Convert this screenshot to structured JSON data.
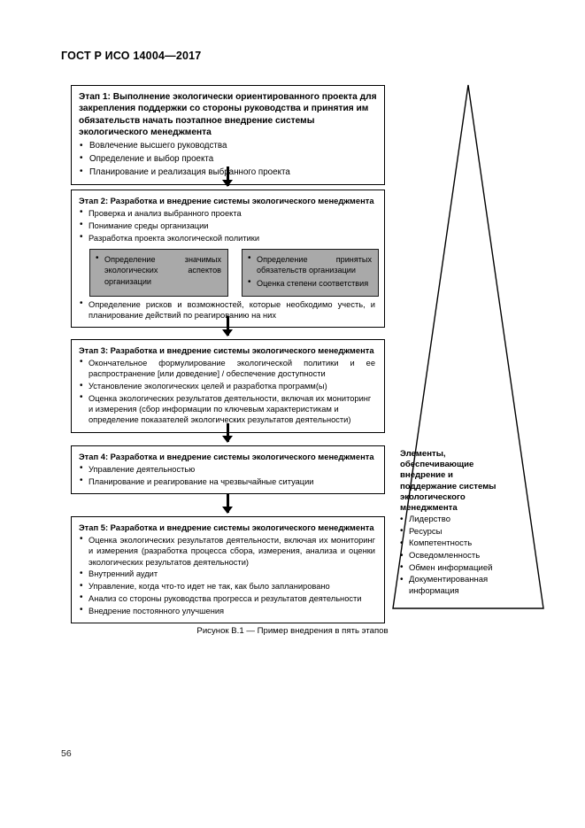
{
  "document": {
    "header": "ГОСТ Р ИСО 14004—2017",
    "page_number": "56",
    "figure_caption": "Рисунок B.1 — Пример внедрения в пять этапов"
  },
  "flow": {
    "boxes": [
      {
        "id": "stage-1",
        "title": "Этап 1: Выполнение экологически ориентированного проекта для закрепления поддержки со стороны руководства и принятия им обязательств начать поэтапное внедрение системы экологического менеджмента",
        "bullets": [
          "Вовлечение высшего руководства",
          "Определение и выбор проекта",
          "Планирование и реализация выбранного проекта"
        ]
      },
      {
        "id": "stage-2",
        "title": "Этап 2: Разработка и внедрение системы экологического менеджмента",
        "bullets": [
          "Проверка и анализ выбранного проекта",
          "Понимание среды организации",
          "Разработка проекта экологической политики"
        ],
        "sub_boxes": {
          "left": {
            "bullets": [
              "Определение значимых экологических аспектов организации"
            ]
          },
          "right": {
            "bullets": [
              "Определение принятых обязательств организации",
              "Оценка степени соответствия"
            ]
          }
        },
        "bullets_after": [
          "Определение рисков и возможностей, которые необходимо учесть, и планирование действий по реагированию на них"
        ]
      },
      {
        "id": "stage-3",
        "title": "Этап 3: Разработка и внедрение системы экологического менеджмента",
        "bullets": [
          "Окончательное формулирование экологической политики и ее распространение [или доведение] / обеспечение доступности",
          "Установление экологических целей и разработка программ(ы)",
          "Оценка экологических результатов деятельности, включая их мониторинг и измерения (сбор информации по ключевым характеристикам и определение показателей экологических результатов деятельности)"
        ]
      },
      {
        "id": "stage-4",
        "title": "Этап 4: Разработка и внедрение системы экологического менеджмента",
        "bullets": [
          "Управление деятельностью",
          "Планирование и реагирование на чрезвычайные ситуации"
        ]
      },
      {
        "id": "stage-5",
        "title": "Этап 5: Разработка и внедрение системы экологического менеджмента",
        "bullets": [
          "Оценка экологических результатов деятельности, включая их мониторинг и измерения (разработка процесса сбора, измерения, анализа и оценки экологических результатов деятельности)",
          "Внутренний аудит",
          "Управление, когда что-то идет не так, как было запланировано",
          "Анализ со стороны руководства прогресса и результатов деятельности",
          "Внедрение постоянного улучшения"
        ]
      }
    ]
  },
  "triangle": {
    "title": "Элементы, обеспечивающие внедрение и поддержание системы экологического менеджмента",
    "bullets": [
      "Лидерство",
      "Ресурсы",
      "Компетентность",
      "Осведомленность",
      "Обмен  информацией",
      "Документированная информация"
    ]
  },
  "colors": {
    "page_background": "#ffffff",
    "text": "#000000",
    "box_border": "#000000",
    "sub_box_fill": "#a9a9a9",
    "sub_box_border": "#1a1a1a"
  }
}
